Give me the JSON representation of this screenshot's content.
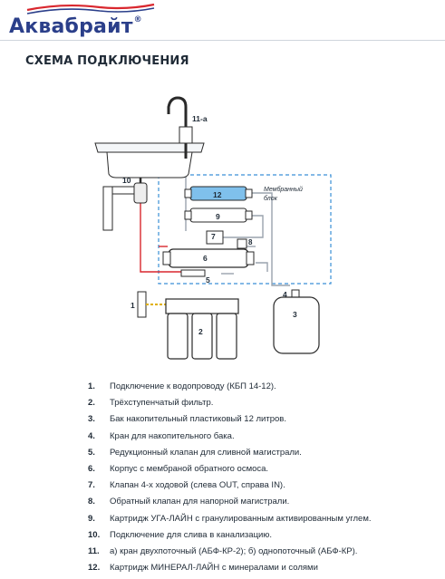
{
  "brand": {
    "name": "Аквабрайт",
    "reg_mark": "®",
    "color": "#2b3f8a",
    "wave_color": "#d9272e"
  },
  "section_title": "СХЕМА ПОДКЛЮЧЕНИЯ",
  "diagram": {
    "labels": {
      "l1": "1",
      "l2": "2",
      "l3": "3",
      "l4": "4",
      "l5": "5",
      "l6": "6",
      "l7": "7",
      "l8": "8",
      "l9": "9",
      "l10": "10",
      "l11": "11-а",
      "l12": "12"
    },
    "membrane_block_label": [
      "Мембранный",
      "блок"
    ],
    "colors": {
      "raw_water": "#d9272e",
      "clean_water": "#9aa3ad",
      "membrane_frame": "#3a8fd6",
      "blue_cartridge": "#7fc0ec",
      "outline": "#2a2a2a"
    }
  },
  "legend": [
    {
      "num": "1.",
      "text": "Подключение к водопроводу (КБП 14-12)."
    },
    {
      "num": "2.",
      "text": "Трёхступенчатый фильтр."
    },
    {
      "num": "3.",
      "text": "Бак накопительный пластиковый 12 литров."
    },
    {
      "num": "4.",
      "text": "Кран для накопительного бака."
    },
    {
      "num": "5.",
      "text": "Редукционный клапан для сливной магистрали."
    },
    {
      "num": "6.",
      "text": "Корпус с мембраной обратного осмоса."
    },
    {
      "num": "7.",
      "text": "Клапан 4-х ходовой (слева OUT, справа IN)."
    },
    {
      "num": "8.",
      "text": "Обратный клапан для напорной магистрали."
    },
    {
      "num": "9.",
      "text": "Картридж УГА-ЛАЙН с гранулированным активированным углем."
    },
    {
      "num": "10.",
      "text": "Подключение для слива в канализацию."
    },
    {
      "num": "11.",
      "text": "а) кран двухпоточный (АБФ-КР-2); б) однопоточный (АБФ-КР)."
    },
    {
      "num": "12.",
      "text": "Картридж МИНЕРАЛ-ЛАЙН с минералами и солями"
    }
  ]
}
